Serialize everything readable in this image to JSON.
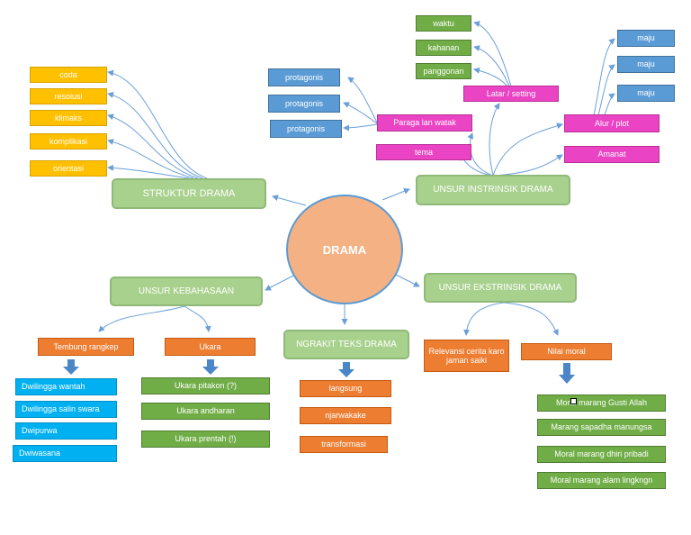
{
  "root": {
    "label": "DRAMA"
  },
  "branches": {
    "struktur": "STRUKTUR DRAMA",
    "instrinsik": "UNSUR INSTRINSIK DRAMA",
    "kebahasaan": "UNSUR KEBAHASAAN",
    "ekstrinsik": "UNSUR EKSTRINSIK DRAMA",
    "ngrakit": "NGRAKIT TEKS DRAMA"
  },
  "struktur_items": [
    "coda",
    "resolusi",
    "klimaks",
    "komplikasi",
    "orientasi"
  ],
  "instrinsik": {
    "latar": "Latar / setting",
    "latar_items": [
      "waktu",
      "kahanan",
      "panggonan"
    ],
    "alur": "Alur / plot",
    "alur_items": [
      "maju",
      "maju",
      "maju"
    ],
    "paraga": "Paraga lan watak",
    "paraga_items": [
      "protagonis",
      "protagonis",
      "protagonis"
    ],
    "tema": "tema",
    "amanat": "Amanat"
  },
  "kebahasaan": {
    "tembung": "Tembung rangkep",
    "tembung_items": [
      "Dwilingga wantah",
      "Dwilingga salin swara",
      "Dwipurwa",
      "Dwiwasana"
    ],
    "ukara": "Ukara",
    "ukara_items": [
      "Ukara pitakon (?)",
      "Ukara andharan",
      "Ukara prentah (!)"
    ]
  },
  "ngrakit_items": [
    "langsung",
    "njarwakake",
    "transformasi"
  ],
  "ekstrinsik": {
    "relevansi": "Relevansi cerita karo jaman saiki",
    "nilai": "Nilai moral",
    "nilai_items": [
      "Moral marang Gusti Allah",
      "Marang sapadha manungsa",
      "Moral marang dhiri pribadi",
      "Moral marang alam lingkngn"
    ]
  },
  "colors": {
    "yellow": "#ffc000",
    "blue": "#5b9bd5",
    "dark_green": "#70ad47",
    "magenta": "#ea44c4",
    "orange": "#ed7d31",
    "cyan": "#00b0f0",
    "light_green": "#a9d18e",
    "root": "#f4b183",
    "connector": "#6a9fd8"
  }
}
